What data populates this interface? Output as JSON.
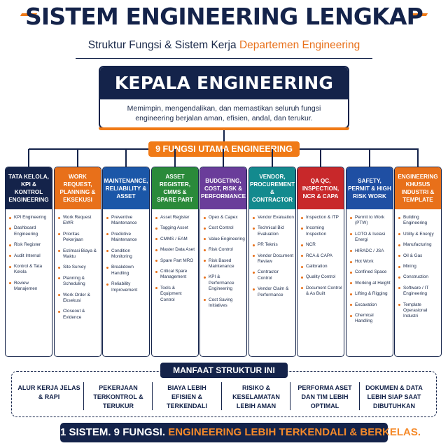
{
  "title": "SISTEM ENGINEERING LENGKAP",
  "subtitle": {
    "part1": "Struktur Fungsi & Sistem Kerja ",
    "part2": "Departemen Engineering"
  },
  "head": {
    "title": "KEPALA ENGINEERING",
    "description": "Memimpin, mengendalikan, dan memastikan seluruh fungsi engineering berjalan aman, efisien, andal, dan terukur."
  },
  "fungsi_label": "9 FUNGSI UTAMA ENGINEERING",
  "colors": {
    "navy": "#14234a",
    "orange": "#f07a16"
  },
  "columns": [
    {
      "title": "TATA KELOLA, KPI & KONTROL ENGINEERING",
      "color": "#14234a",
      "items": [
        "KPI Engineering",
        "Dashboard Engineering",
        "Risk Register",
        "Audit Internal",
        "Kontrol & Tata Kelola",
        "Review Manajemen"
      ]
    },
    {
      "title": "WORK REQUEST, PLANNING & EKSEKUSI",
      "color": "#e8701a",
      "items": [
        "Work Request EWR",
        "Prioritas Pekerjaan",
        "Estimasi Biaya & Waktu",
        "Site Survey",
        "Planning & Scheduling",
        "Work Order & Eksekusi",
        "Closeout & Evidence"
      ]
    },
    {
      "title": "MAINTENANCE, RELIABILITY & ASSET",
      "color": "#1b57a8",
      "items": [
        "Preventive Maintenance",
        "Predictive Maintenance",
        "Condition Monitoring",
        "Breakdown Handling",
        "Reliability Improvement"
      ]
    },
    {
      "title": "ASSET REGISTER, CMMS & SPARE PART",
      "color": "#2a8a3a",
      "items": [
        "Asset Register",
        "Tagging Asset",
        "CMMS / EAM",
        "Master Data Aset",
        "Spare Part MRO",
        "Critical Spare Management",
        "Tools & Equipment Control"
      ]
    },
    {
      "title": "BUDGETING, COST, RISK & PERFORMANCE",
      "color": "#6a3d9a",
      "items": [
        "Opex & Capex",
        "Cost Control",
        "Value Engineering",
        "Risk Control",
        "Risk Based Maintenance",
        "KPI & Performance Engineering",
        "Cost Saving Initiatives"
      ]
    },
    {
      "title": "VENDOR, PROCUREMENT & CONTRACTOR",
      "color": "#138a8e",
      "items": [
        "Vendor Evaluation",
        "Technical Bid Evaluation",
        "PR Teknis",
        "Vendor Document Review",
        "Contractor Control",
        "Vendor Claim & Performance"
      ]
    },
    {
      "title": "QA QC, INSPECTION, NCR & CAPA",
      "color": "#c8282a",
      "items": [
        "Inspection & ITP",
        "Incoming Inspection",
        "NCR",
        "RCA & CAPA",
        "Calibration",
        "Quality Control",
        "Document Control & As Built"
      ]
    },
    {
      "title": "SAFETY, PERMIT & HIGH RISK WORK",
      "color": "#1f4fa3",
      "items": [
        "Permit to Work (PTW)",
        "LOTO & Isolasi Energi",
        "HIRADC / JSA",
        "Hot Work",
        "Confined Space",
        "Working at Height",
        "Lifting & Rigging",
        "Excavation",
        "Chemical Handling"
      ]
    },
    {
      "title": "ENGINEERING KHUSUS INDUSTRI & TEMPLATE",
      "color": "#e8701a",
      "items": [
        "Building Engineering",
        "Utility & Energy",
        "Manufacturing",
        "Oil & Gas",
        "Mining",
        "Construction",
        "Software / IT Engineering",
        "Template Operasional Industri"
      ]
    }
  ],
  "manfaat": {
    "title": "MANFAAT STRUKTUR INI",
    "items": [
      "ALUR KERJA JELAS & RAPI",
      "PEKERJAAN TERKONTROL & TERUKUR",
      "BIAYA LEBIH EFISIEN & TERKENDALI",
      "RISIKO & KESELAMATAN LEBIH AMAN",
      "PERFORMA ASET DAN TIM LEBIH OPTIMAL",
      "DOKUMEN & DATA LEBIH SIAP SAAT DIBUTUHKAN"
    ]
  },
  "footer": {
    "part1": "1 SISTEM. 9 FUNGSI. ",
    "part2": "ENGINEERING LEBIH TERKENDALI & BERKELAS."
  }
}
